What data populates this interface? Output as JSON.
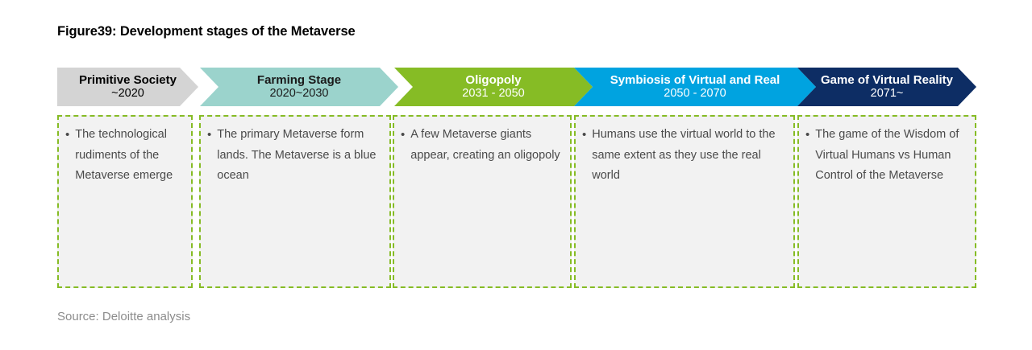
{
  "figure": {
    "title": "Figure39: Development stages of the Metaverse",
    "source": "Source: Deloitte analysis"
  },
  "colors": {
    "stage1_fill": "#d4d4d4",
    "stage1_text": "#000000",
    "stage2_fill": "#9bd3cc",
    "stage2_text": "#1a1a1a",
    "stage3_fill": "#86bc25",
    "stage3_text": "#ffffff",
    "stage4_fill": "#00a3e0",
    "stage4_text": "#ffffff",
    "stage5_fill": "#0d2d64",
    "stage5_text": "#ffffff",
    "box_border": "#86bc25",
    "box_fill": "#f2f2f2",
    "body_text": "#4a4a4a",
    "source_text": "#8c8c8c"
  },
  "stages": [
    {
      "name": "Primitive Society",
      "period": "~2020",
      "detail": "The technological rudiments of the Metaverse emerge"
    },
    {
      "name": "Farming Stage",
      "period": "2020~2030",
      "detail": "The primary Metaverse form lands. The Metaverse is a blue ocean"
    },
    {
      "name": "Oligopoly",
      "period": "2031 - 2050",
      "detail": "A few Metaverse giants appear, creating an oligopoly"
    },
    {
      "name": "Symbiosis of Virtual and Real",
      "period": "2050 - 2070",
      "detail": "Humans use the virtual world to the same extent as they use the real world"
    },
    {
      "name": "Game of Virtual Reality",
      "period": "2071~",
      "detail": "The game of the Wisdom of Virtual Humans vs Human Control of the Metaverse"
    }
  ]
}
